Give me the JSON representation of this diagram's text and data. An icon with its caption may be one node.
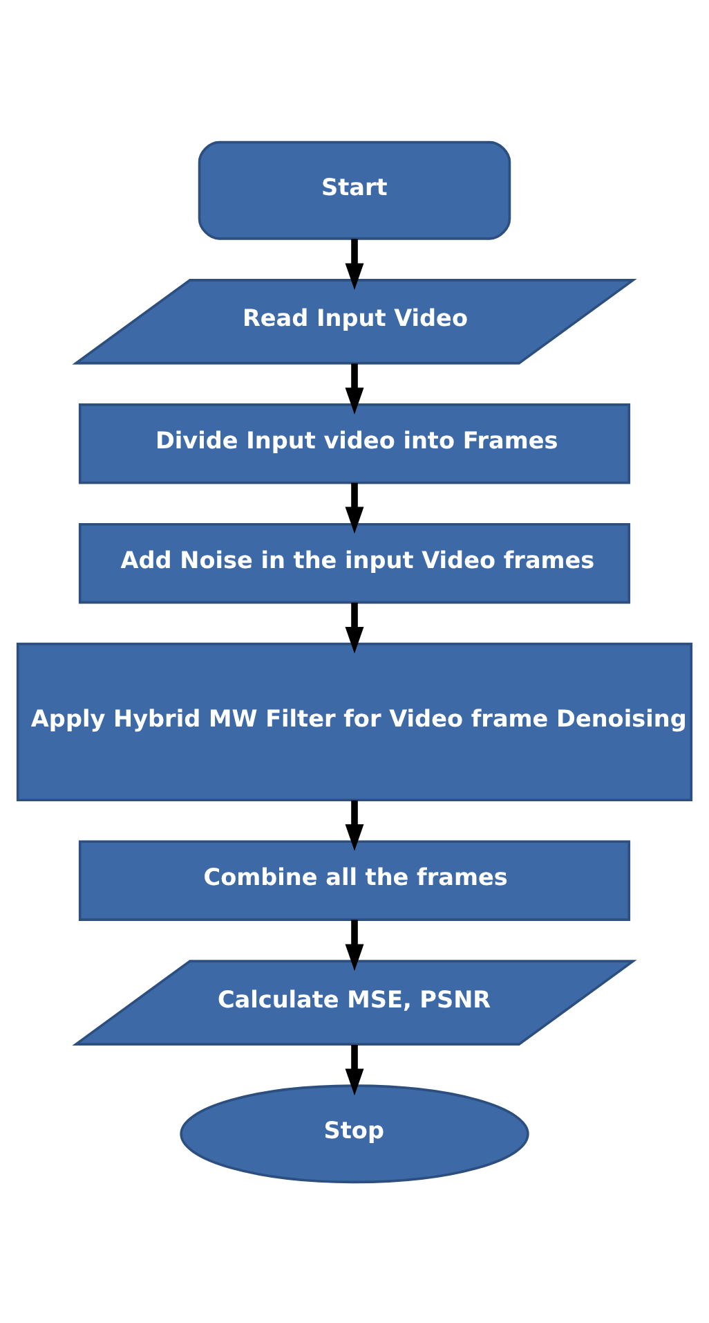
{
  "diagram": {
    "nodes": [
      {
        "text": [
          "Start"
        ]
      },
      {
        "text": [
          "Read Input Video"
        ]
      },
      {
        "text": [
          "Divide Input video into Frames"
        ]
      },
      {
        "text": [
          "Add Noise in the input Video frames"
        ]
      },
      {
        "text": [
          "Apply Hybrid MW Filter for Video frame Denoising"
        ]
      },
      {
        "text": [
          "Combine all the frames"
        ]
      },
      {
        "text": [
          "Calculate MSE, PSNR"
        ]
      },
      {
        "text": [
          "Stop"
        ]
      }
    ],
    "edges": [
      {
        "from": 0,
        "to": 1,
        "arrow": "to"
      },
      {
        "from": 1,
        "to": 2,
        "arrow": "to"
      },
      {
        "from": 2,
        "to": 3,
        "arrow": "to"
      },
      {
        "from": 3,
        "to": 4,
        "arrow": "to"
      },
      {
        "from": 4,
        "to": 5,
        "arrow": "to"
      },
      {
        "from": 5,
        "to": 6,
        "arrow": "to"
      },
      {
        "from": 6,
        "to": 7,
        "arrow": "to"
      }
    ]
  }
}
